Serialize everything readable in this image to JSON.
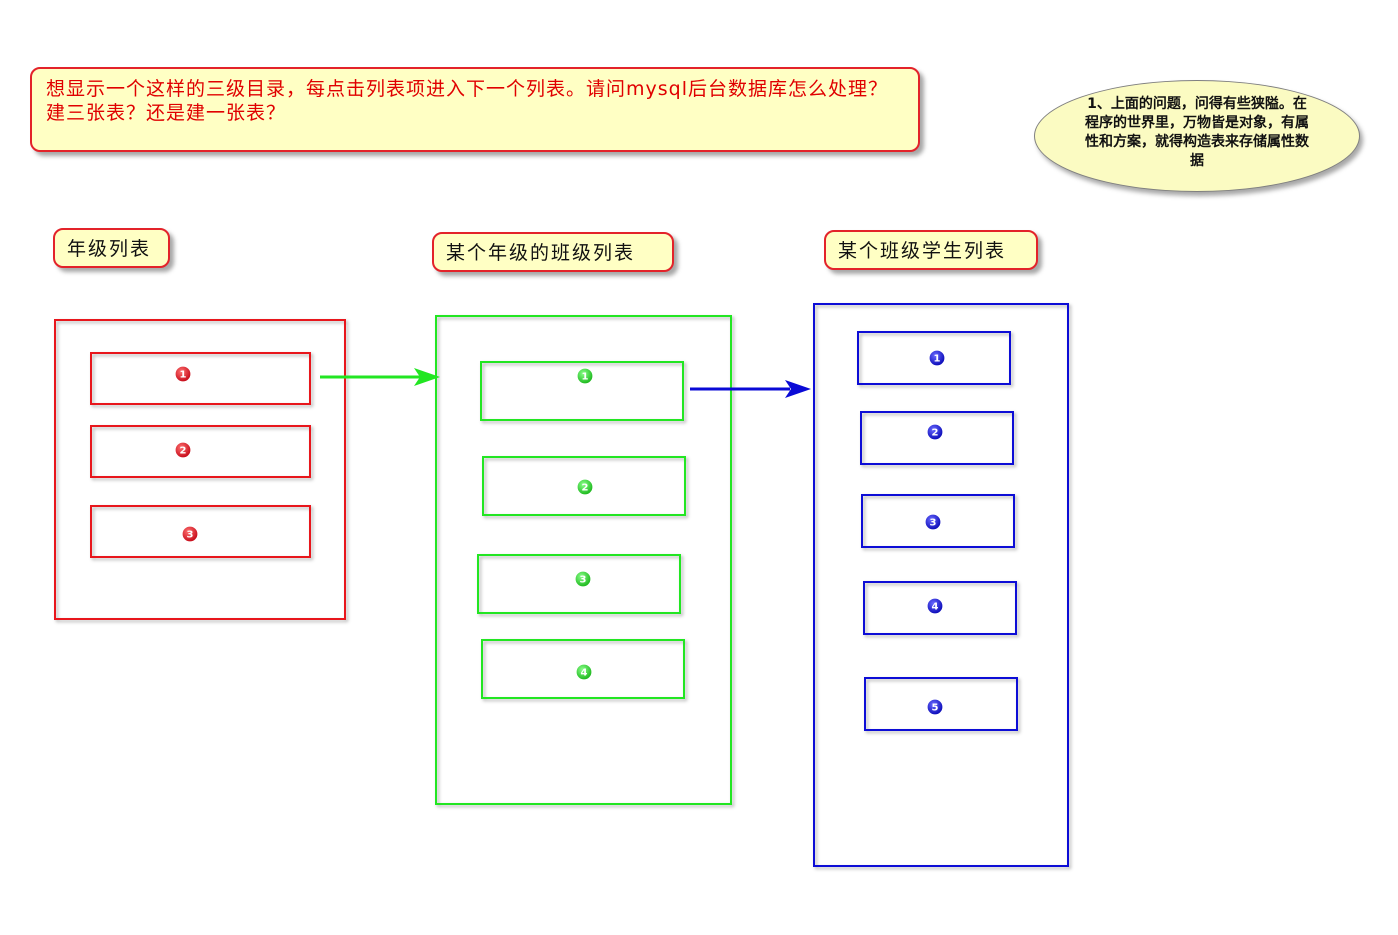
{
  "question": "想显示一个这样的三级目录，每点击列表项进入下一个列表。请问mysql后台数据库怎么处理？建三张表？还是建一张表？",
  "answer": "1、上面的问题，问得有些狭隘。在程序的世界里，万物皆是对象，有属性和方案，就得构造表来存储属性数据",
  "labels": {
    "grades": "年级列表",
    "classes": "某个年级的班级列表",
    "students": "某个班级学生列表"
  },
  "colors": {
    "grades": "#e8141f",
    "classes": "#22e622",
    "students": "#0a0ad6"
  },
  "lists": {
    "grades": [
      "1",
      "2",
      "3"
    ],
    "classes": [
      "1",
      "2",
      "3",
      "4"
    ],
    "students": [
      "1",
      "2",
      "3",
      "4",
      "5"
    ]
  }
}
